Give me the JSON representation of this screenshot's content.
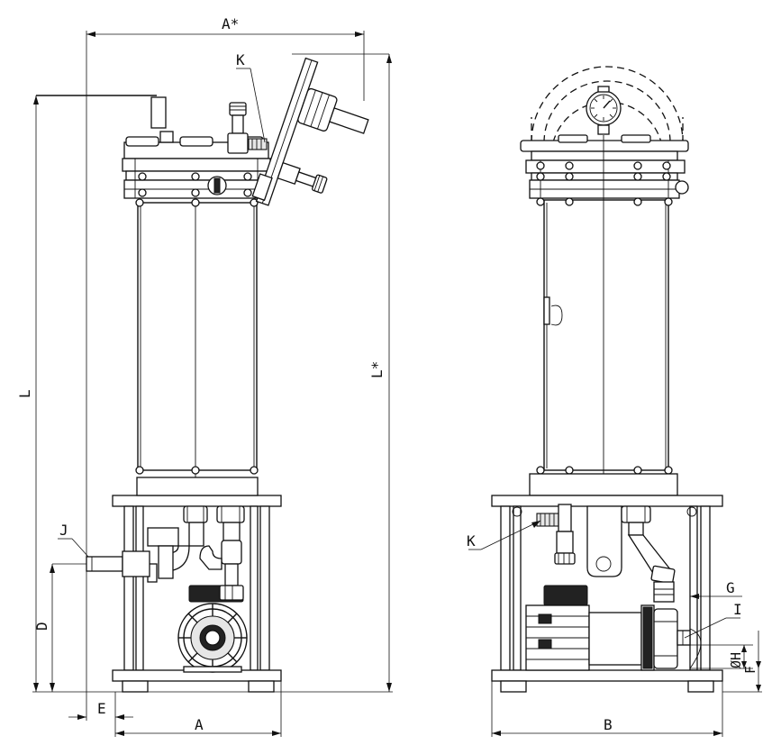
{
  "labels": {
    "a_star": "A*",
    "k_top": "K",
    "l_left": "L",
    "l_star": "L*",
    "j": "J",
    "d": "D",
    "e": "E",
    "a_bottom": "A",
    "b_bottom": "B",
    "k_right": "K",
    "g": "G",
    "i": "I",
    "oh": "ØH",
    "f": "F"
  }
}
